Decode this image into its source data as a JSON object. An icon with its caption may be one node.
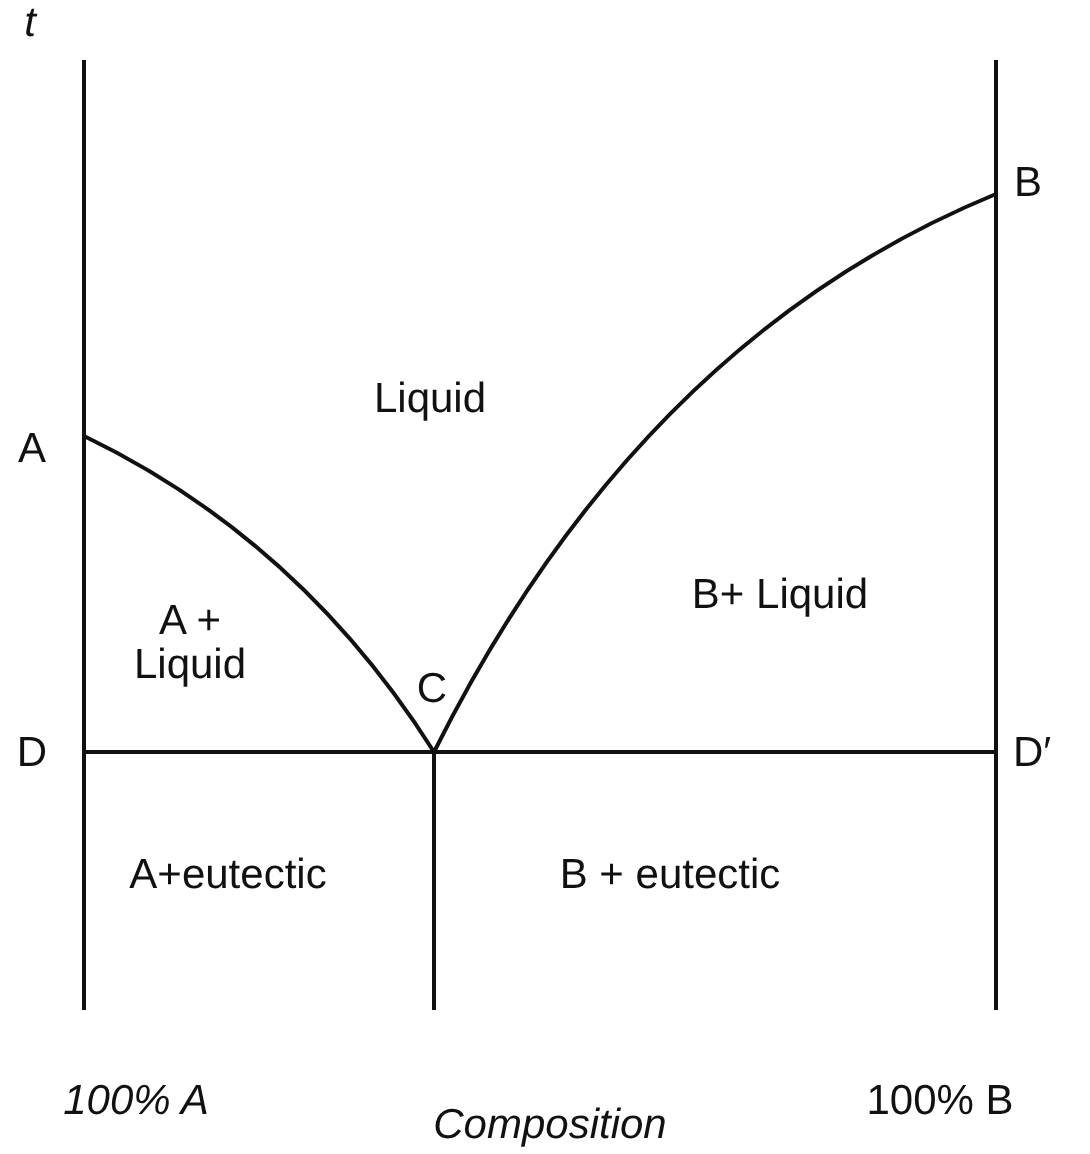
{
  "diagram": {
    "labels": [
      "t",
      "B",
      "Liquid",
      "A",
      "A + Liquid",
      "B+ Liquid",
      "C",
      "D",
      "D′",
      "A+eutectic",
      "B + eutectic",
      "100% A",
      "100% B",
      "Composition"
    ]
  }
}
